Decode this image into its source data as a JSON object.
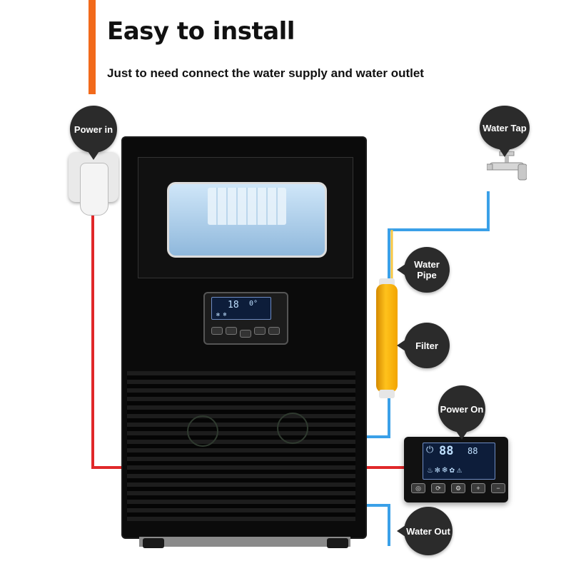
{
  "header": {
    "title": "Easy to install",
    "subtitle": "Just to need connect the water supply and water outlet"
  },
  "callouts": {
    "power_in": "Power in",
    "water_tap": "Water Tap",
    "water_pipe": "Water Pipe",
    "filter": "Filter",
    "power_on": "Power On",
    "water_out": "Water Out"
  },
  "panel": {
    "temperature_display": "18",
    "secondary_display": "0°",
    "card_primary_display": "88",
    "card_secondary_display": "88"
  },
  "colors": {
    "accent": "#f26a1b",
    "power_wire": "#e0282a",
    "water_line": "#3aa0e8",
    "water_line_alt": "#f5c542",
    "bubble": "#2b2b2b"
  },
  "icons": {
    "power": "power-icon",
    "fan": "fan-icon",
    "ice": "ice-icon",
    "plus": "plus-icon",
    "minus": "minus-icon"
  }
}
